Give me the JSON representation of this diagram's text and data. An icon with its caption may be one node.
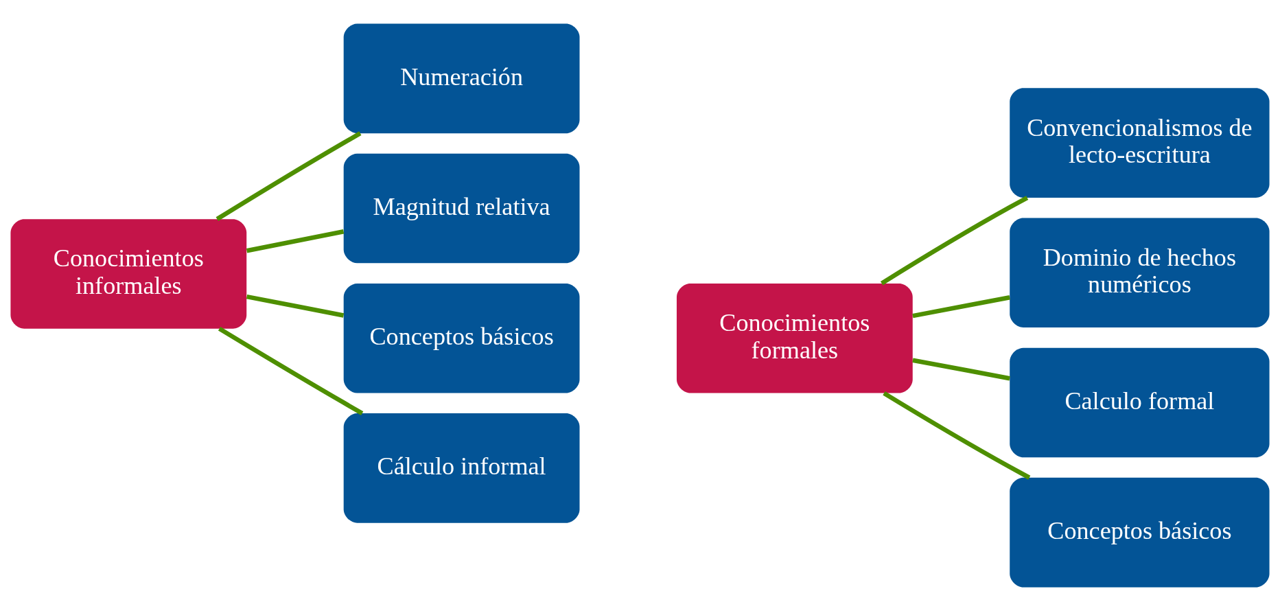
{
  "diagram": {
    "nodes": [
      {
        "text": [
          "Conocimientos informales"
        ]
      },
      {
        "text": [
          "Numeración"
        ]
      },
      {
        "text": [
          "Magnitud relativa"
        ]
      },
      {
        "text": [
          "Conceptos básicos"
        ]
      },
      {
        "text": [
          "Cálculo informal"
        ]
      },
      {
        "text": [
          "Conocimientos formales"
        ]
      },
      {
        "text": [
          "Convencionalismos de lecto-escritura"
        ]
      },
      {
        "text": [
          "Dominio de hechos numéricos"
        ]
      },
      {
        "text": [
          "Calculo formal"
        ]
      },
      {
        "text": [
          "Conceptos básicos"
        ]
      }
    ],
    "edges": [
      {
        "from": 0,
        "to": 1,
        "arrow": "none"
      },
      {
        "from": 0,
        "to": 2,
        "arrow": "none"
      },
      {
        "from": 0,
        "to": 3,
        "arrow": "none"
      },
      {
        "from": 0,
        "to": 4,
        "arrow": "none"
      },
      {
        "from": 5,
        "to": 6,
        "arrow": "none"
      },
      {
        "from": 5,
        "to": 7,
        "arrow": "none"
      },
      {
        "from": 5,
        "to": 8,
        "arrow": "none"
      },
      {
        "from": 5,
        "to": 9,
        "arrow": "none"
      }
    ]
  }
}
